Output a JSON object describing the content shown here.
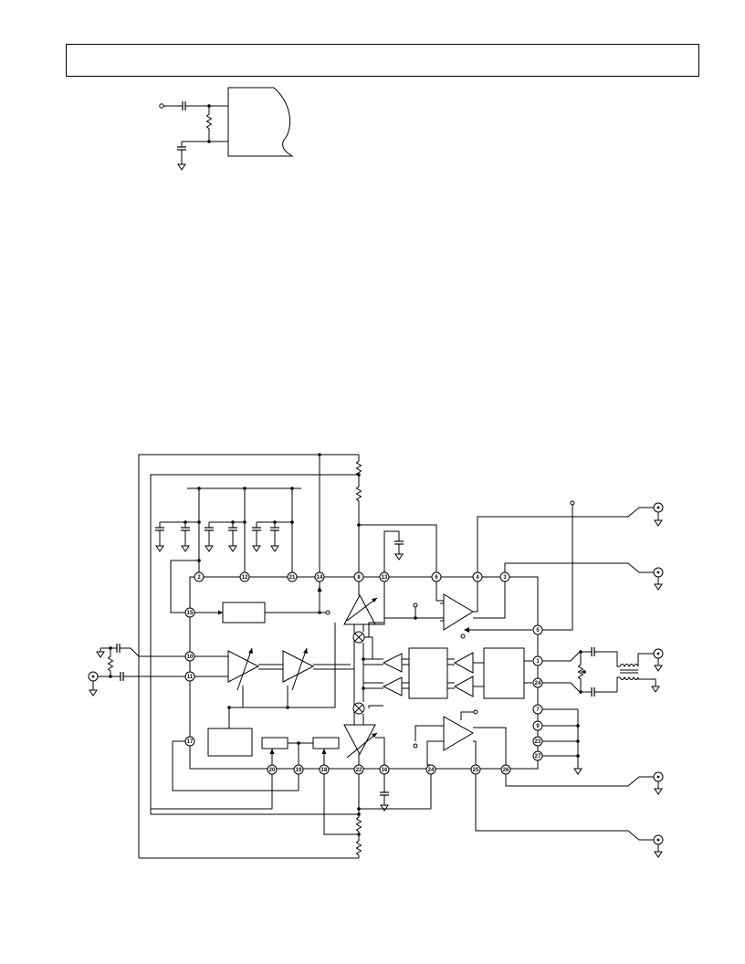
{
  "pins": {
    "p1": "1",
    "p2": "2",
    "p3": "3",
    "p4": "4",
    "p5": "5",
    "p6": "6",
    "p7": "7",
    "p8": "8",
    "p9": "9",
    "p10": "10",
    "p11": "11",
    "p12": "12",
    "p13": "13",
    "p14": "14",
    "p15": "15",
    "p16": "16",
    "p17": "17",
    "p18": "18",
    "p19": "19",
    "p20": "20",
    "p21": "21",
    "p22": "22",
    "p23": "23",
    "p24a": "24",
    "p24b": "24",
    "p25": "25",
    "p26": "26",
    "p27": "27"
  }
}
